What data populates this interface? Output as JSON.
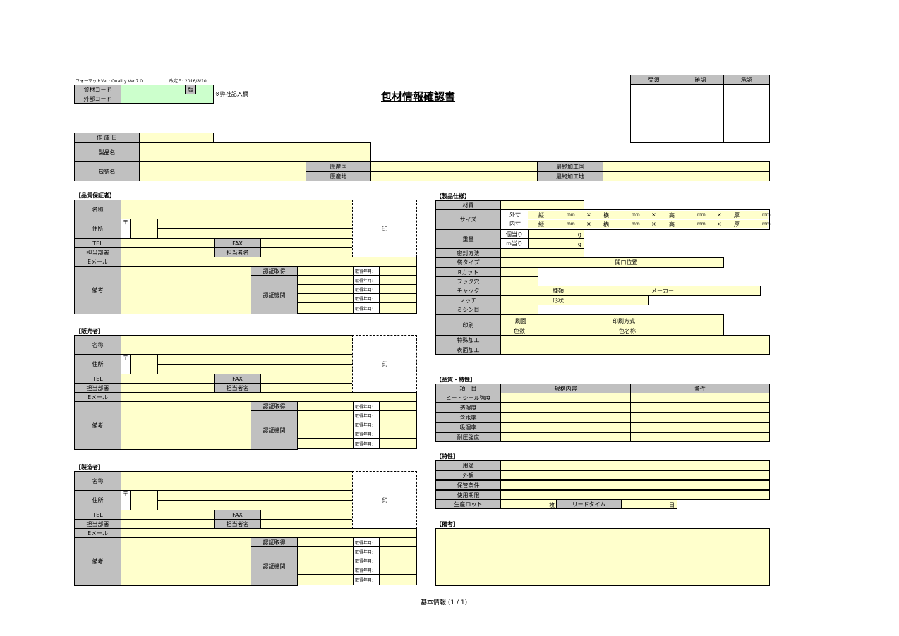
{
  "meta": {
    "format_version": "フォーマットVer.: Quality Ver.7.0",
    "revision_date": "改定日: 2016/8/10"
  },
  "codes": {
    "material_code": "資材コード",
    "edition": "版",
    "external_code": "外部コード",
    "note": "※弊社記入欄"
  },
  "title": "包材情報確認書",
  "approval": {
    "received": "受領",
    "checked": "確認",
    "approved": "承認"
  },
  "header": {
    "created_date": "作 成 日",
    "product_name": "製品名",
    "package_name": "包装名",
    "origin_country": "原産国",
    "origin_place": "原産地",
    "final_country": "最終加工国",
    "final_place": "最終加工地"
  },
  "party": {
    "name": "名称",
    "address": "住所",
    "postal": "〒",
    "tel": "TEL",
    "fax": "FAX",
    "dept": "担当部署",
    "person": "担当者名",
    "email": "Eメール",
    "remarks": "備考",
    "seal": "印",
    "cert_obtained": "認証取得",
    "cert_body": "認証機関",
    "cert_date": "取得年月:"
  },
  "sections": {
    "quality_guarantor": "【品質保証者】",
    "seller": "【販売者】",
    "manufacturer": "【製造者】",
    "product_spec": "【製品仕様】",
    "quality_props": "【品質・特性】",
    "properties": "【特性】",
    "remarks": "【備考】"
  },
  "spec": {
    "material": "材質",
    "size": "サイズ",
    "outer": "外寸",
    "inner": "内寸",
    "length": "縦",
    "width": "横",
    "height": "高",
    "thickness": "厚",
    "mm": "mm",
    "times": "×",
    "weight": "重量",
    "per_piece": "個当り",
    "per_m": "m当り",
    "g": "g",
    "sealing": "密封方法",
    "bag_type": "袋タイプ",
    "opening": "開口位置",
    "r_cut": "Rカット",
    "hook_hole": "フック穴",
    "zipper": "チャック",
    "kind": "種類",
    "maker": "メーカー",
    "notch": "ノッチ",
    "shape": "形状",
    "perforation": "ミシン目",
    "printing": "印刷",
    "print_side": "刷面",
    "print_method": "印刷方式",
    "color_count": "色数",
    "color_name": "色名称",
    "special": "特殊加工",
    "surface": "表面加工"
  },
  "quality": {
    "item": "項　目",
    "spec_content": "規格内容",
    "condition": "条件",
    "rows": [
      "ヒートシール強度",
      "透湿度",
      "含水率",
      "吸湿率",
      "耐圧強度"
    ]
  },
  "props": {
    "use": "用途",
    "appearance": "外観",
    "storage": "保管条件",
    "expiry": "使用期限",
    "lot": "生産ロット",
    "sheets": "枚",
    "lead_time": "リードタイム",
    "days": "日"
  },
  "footer": "基本情報 (1 / 1)"
}
